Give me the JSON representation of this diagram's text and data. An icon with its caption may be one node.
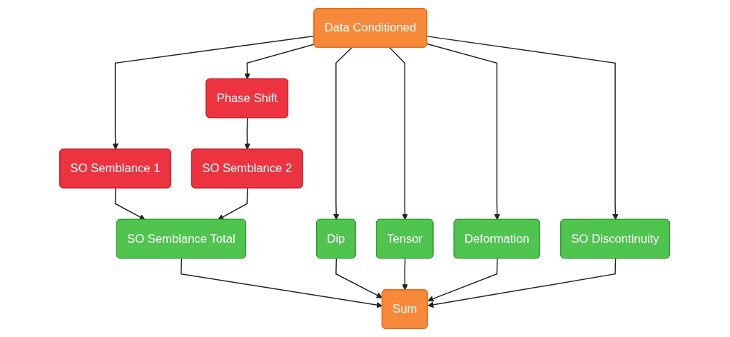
{
  "diagram": {
    "nodes": [
      {
        "text": [
          "Data Conditioned"
        ]
      },
      {
        "text": [
          "SO Semblance 1"
        ]
      },
      {
        "text": [
          "Phase Shift"
        ]
      },
      {
        "text": [
          "SO Semblance 2"
        ]
      },
      {
        "text": [
          "SO Semblance Total"
        ]
      },
      {
        "text": [
          "Dip"
        ]
      },
      {
        "text": [
          "Tensor"
        ]
      },
      {
        "text": [
          "Deformation"
        ]
      },
      {
        "text": [
          "SO Discontinuity"
        ]
      },
      {
        "text": [
          "Sum"
        ]
      }
    ],
    "edges": [
      {
        "from": 0,
        "to": 1,
        "arrow": "to"
      },
      {
        "from": 0,
        "to": 2,
        "arrow": "to"
      },
      {
        "from": 0,
        "to": 5,
        "arrow": "to"
      },
      {
        "from": 0,
        "to": 6,
        "arrow": "to"
      },
      {
        "from": 0,
        "to": 7,
        "arrow": "to"
      },
      {
        "from": 0,
        "to": 8,
        "arrow": "to"
      },
      {
        "from": 2,
        "to": 3,
        "arrow": "to"
      },
      {
        "from": 1,
        "to": 4,
        "arrow": "to"
      },
      {
        "from": 3,
        "to": 4,
        "arrow": "to"
      },
      {
        "from": 4,
        "to": 9,
        "arrow": "to"
      },
      {
        "from": 5,
        "to": 9,
        "arrow": "to"
      },
      {
        "from": 6,
        "to": 9,
        "arrow": "to"
      },
      {
        "from": 7,
        "to": 9,
        "arrow": "to"
      },
      {
        "from": 8,
        "to": 9,
        "arrow": "to"
      }
    ]
  }
}
